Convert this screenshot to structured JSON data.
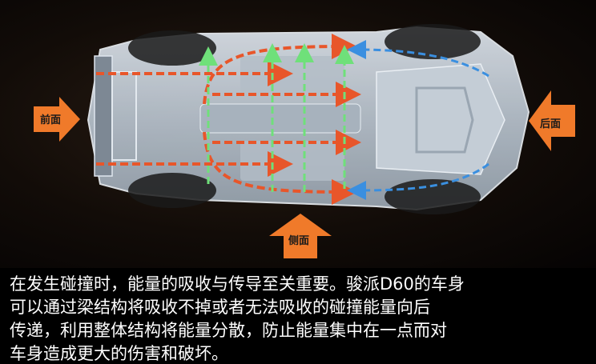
{
  "labels": {
    "front": "前面",
    "rear": "后面",
    "side": "侧面"
  },
  "caption": {
    "lines": [
      "在发生碰撞时，能量的吸收与传导至关重要。骏派D60的车身",
      "可以通过梁结构将吸收不掉或者无法吸收的碰撞能量向后",
      "传递，利用整体结构将能量分散，防止能量集中在一点而对",
      "车身造成更大的伤害和破坏。"
    ]
  },
  "colors": {
    "arrow_fill": "#f07a2a",
    "front_path": "#e8562a",
    "side_path": "#6fe07a",
    "rear_path": "#3a8fe0",
    "chassis": "#c9d3dd"
  }
}
